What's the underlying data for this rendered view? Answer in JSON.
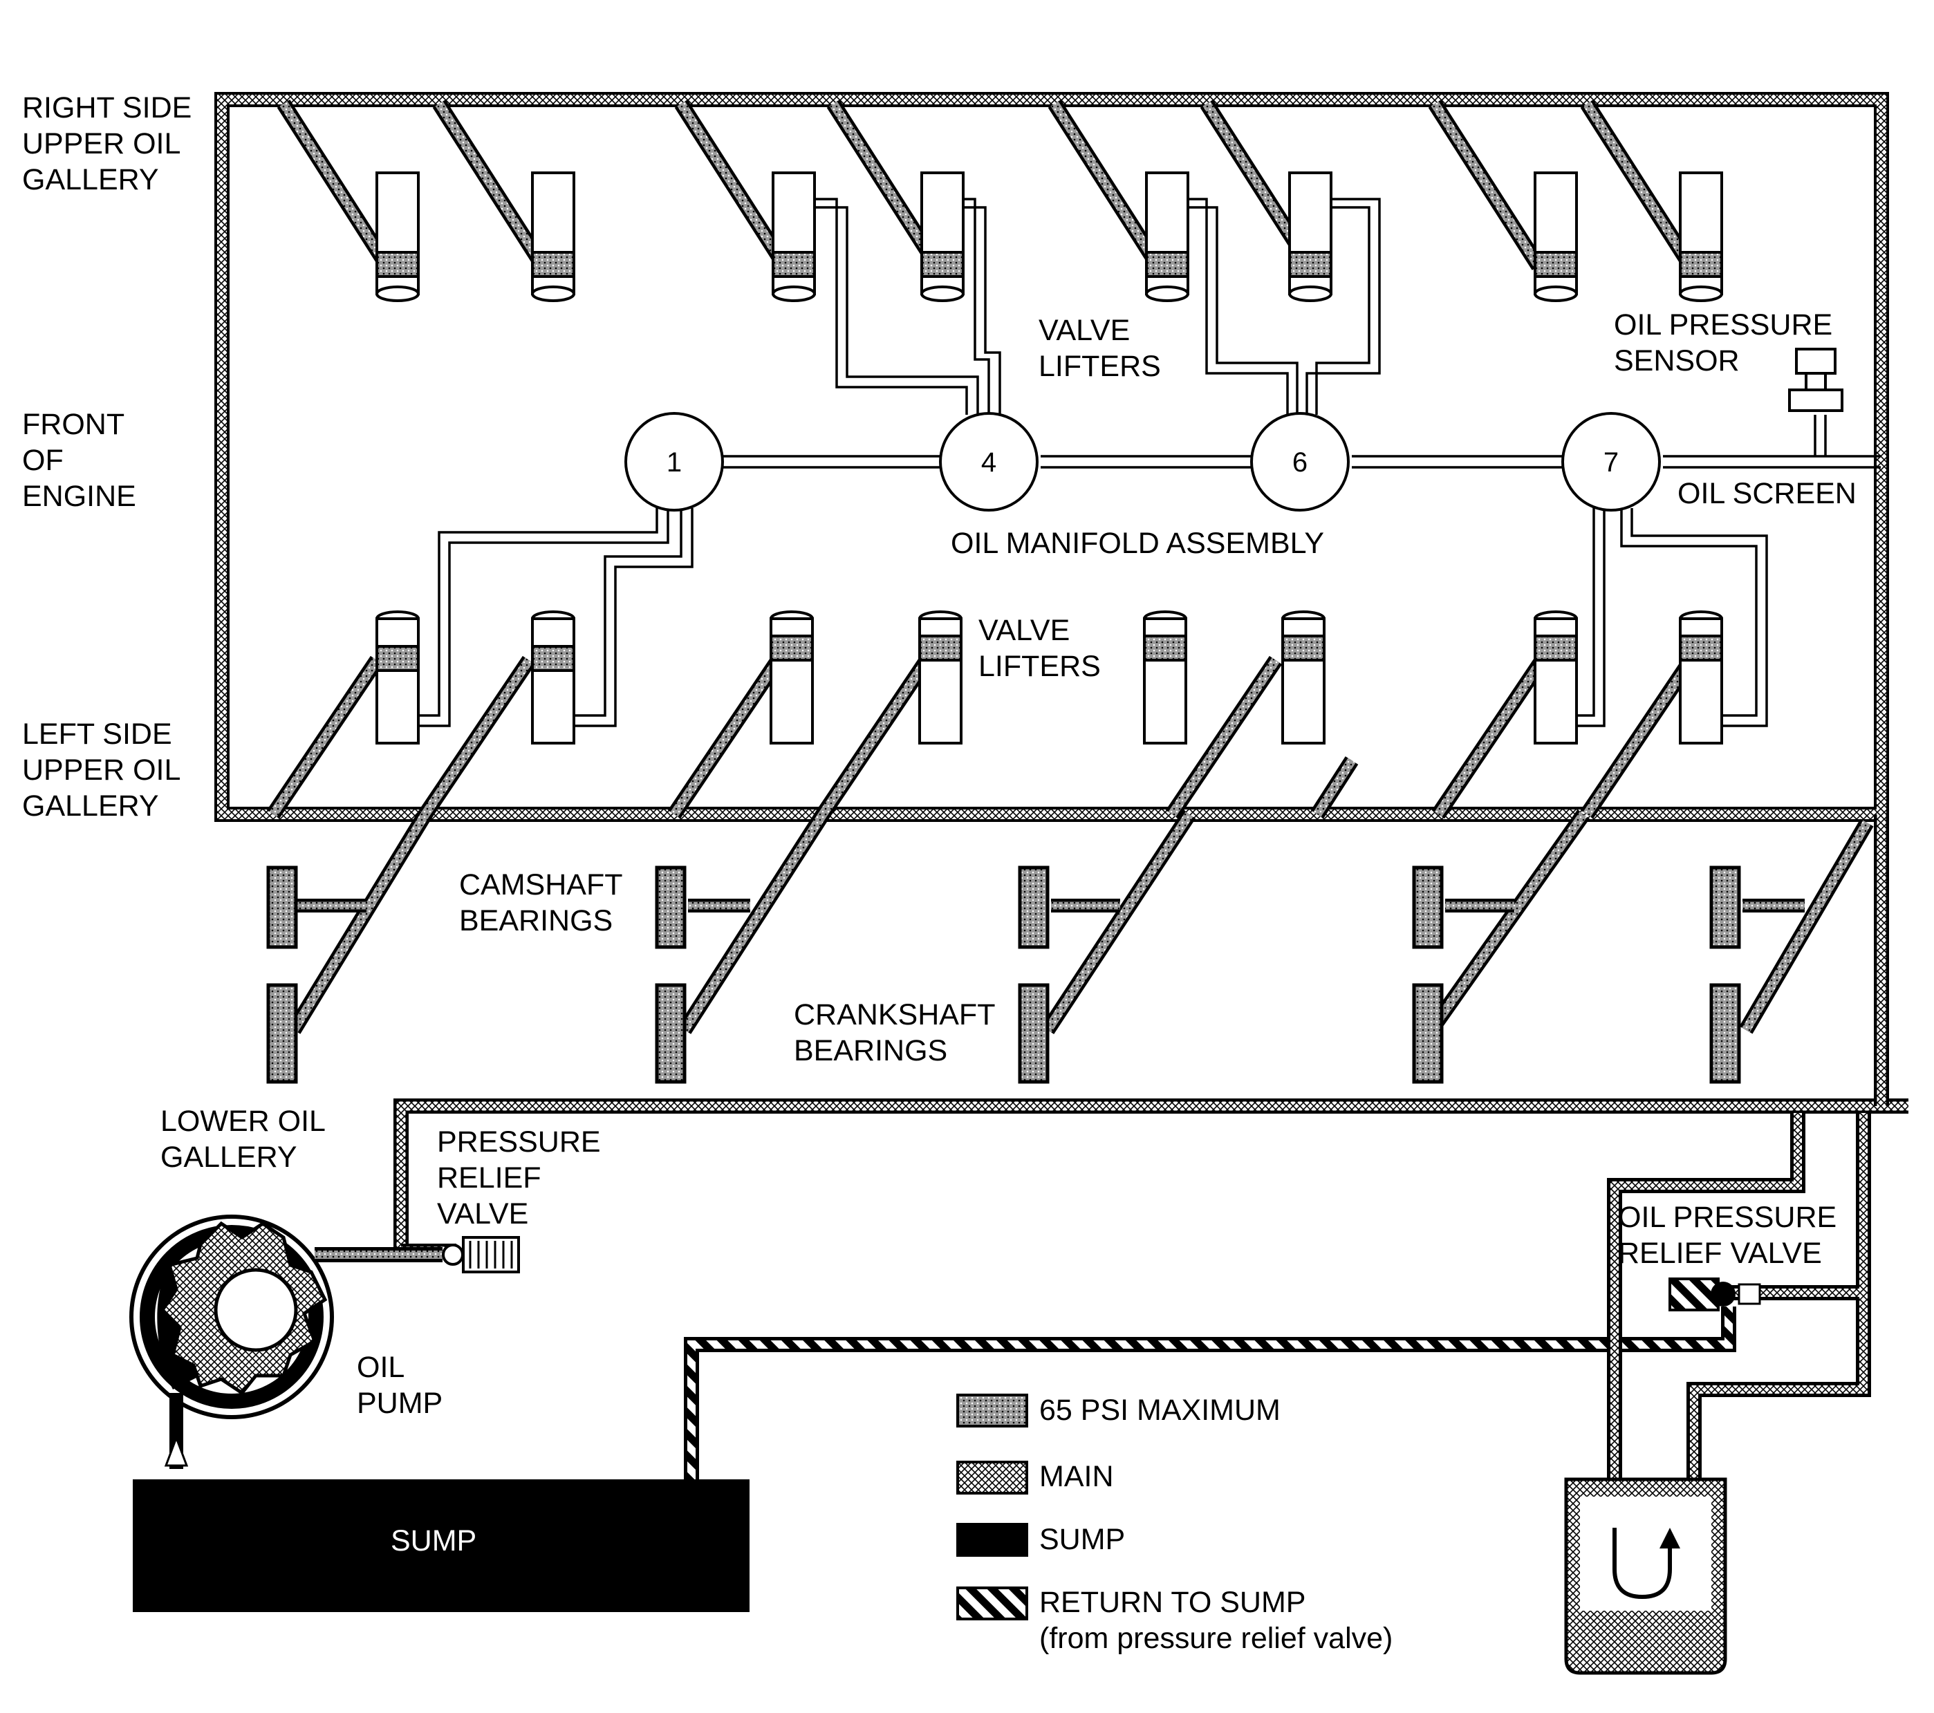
{
  "labels": {
    "right_gallery": [
      "RIGHT SIDE",
      "UPPER OIL",
      "GALLERY"
    ],
    "front": [
      "FRONT",
      "OF",
      "ENGINE"
    ],
    "left_gallery": [
      "LEFT SIDE",
      "UPPER OIL",
      "GALLERY"
    ],
    "valve_lifters_top": [
      "VALVE",
      "LIFTERS"
    ],
    "valve_lifters_bottom": [
      "VALVE",
      "LIFTERS"
    ],
    "oil_pressure_sensor": [
      "OIL PRESSURE",
      "SENSOR"
    ],
    "oil_screen": "OIL SCREEN",
    "oil_manifold": "OIL MANIFOLD ASSEMBLY",
    "camshaft_bearings": [
      "CAMSHAFT",
      "BEARINGS"
    ],
    "crankshaft_bearings": [
      "CRANKSHAFT",
      "BEARINGS"
    ],
    "lower_gallery": [
      "LOWER OIL",
      "GALLERY"
    ],
    "pressure_relief": [
      "PRESSURE",
      "RELIEF",
      "VALVE"
    ],
    "oil_pump": [
      "OIL",
      "PUMP"
    ],
    "oil_pressure_relief": [
      "OIL PRESSURE",
      "RELIEF VALVE"
    ],
    "sump": "SUMP"
  },
  "manifold_ports": [
    "1",
    "4",
    "6",
    "7"
  ],
  "legend": [
    {
      "pattern": "dots",
      "label": "65 PSI MAXIMUM"
    },
    {
      "pattern": "cross",
      "label": "MAIN"
    },
    {
      "pattern": "solid",
      "label": "SUMP"
    },
    {
      "pattern": "stripes",
      "label": "RETURN TO SUMP",
      "sublabel": "(from pressure relief valve)"
    }
  ],
  "colors": {
    "ink": "#000000",
    "paper": "#ffffff",
    "hatch": "#9a9a9a"
  }
}
